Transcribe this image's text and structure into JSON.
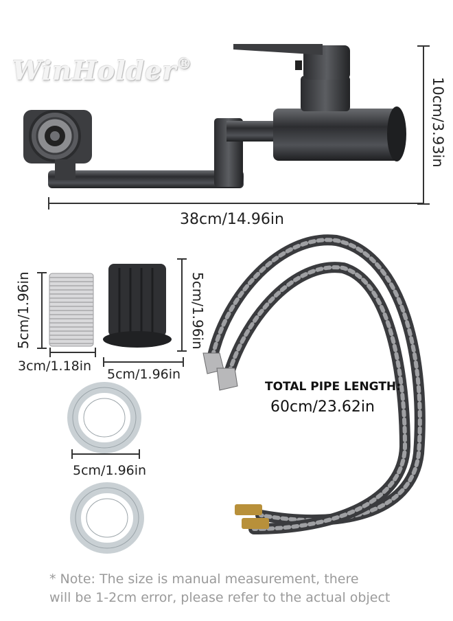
{
  "brand": {
    "name": "WinHolder",
    "trademark": "®"
  },
  "faucet": {
    "height_label": "10cm/3.93in",
    "length_label": "38cm/14.96in"
  },
  "accessories": {
    "sleeve_height_label": "5cm/1.96in",
    "sleeve_width_label": "3cm/1.18in",
    "base_height_label": "5cm/1.96in",
    "base_width_label": "5cm/1.96in",
    "ring_diameter_label": "5cm/1.96in"
  },
  "pipes": {
    "title": "TOTAL PIPE LENGTH:",
    "length_label": "60cm/23.62in"
  },
  "note": {
    "line1": "* Note: The size is manual measurement, there",
    "line2": "will be 1-2cm error, please refer to the actual object"
  }
}
